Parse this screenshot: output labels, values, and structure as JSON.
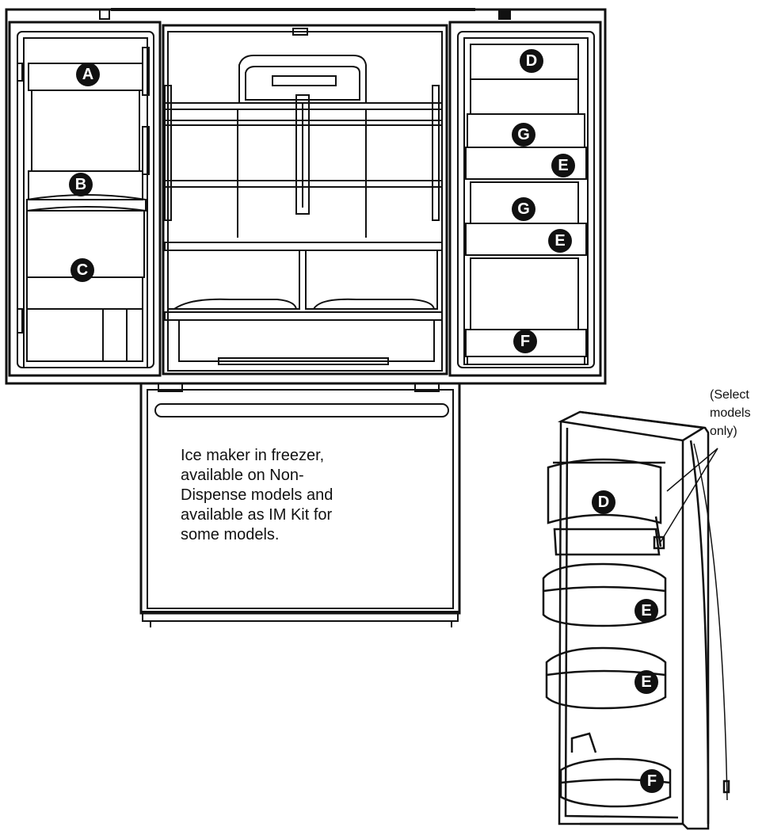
{
  "labels": {
    "A": "A",
    "B": "B",
    "C": "C",
    "D": "D",
    "E": "E",
    "F": "F",
    "G": "G"
  },
  "freezer_note": {
    "lines": [
      "Ice maker in freezer,",
      "available on Non-",
      "Dispense models and",
      "available as IM Kit for",
      "some models."
    ]
  },
  "select_note": {
    "lines": [
      "(Select",
      "models",
      "only)"
    ]
  },
  "colors": {
    "line": "#111111",
    "fill": "#ffffff",
    "badge": "#111111"
  }
}
